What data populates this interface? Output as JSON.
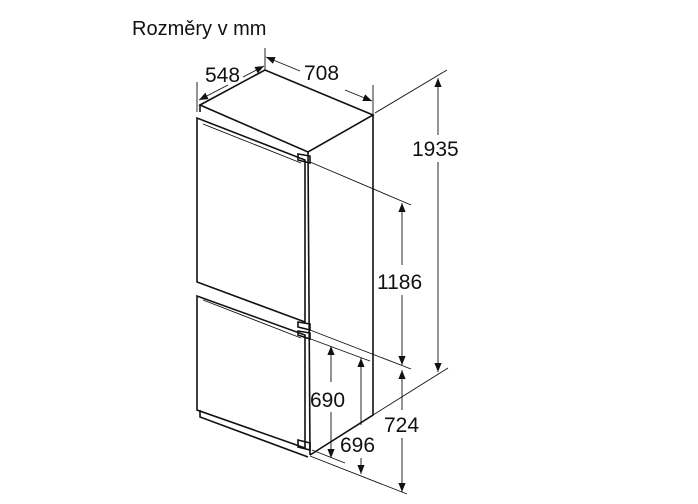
{
  "title": "Rozměry v mm",
  "dimensions": {
    "depth": "548",
    "width": "708",
    "total_height": "1935",
    "upper_section_height": "1186",
    "lower_section_height": "724",
    "lower_door_height": "690",
    "lower_door_height_alt": "696"
  },
  "colors": {
    "line": "#111111",
    "background": "#ffffff"
  }
}
